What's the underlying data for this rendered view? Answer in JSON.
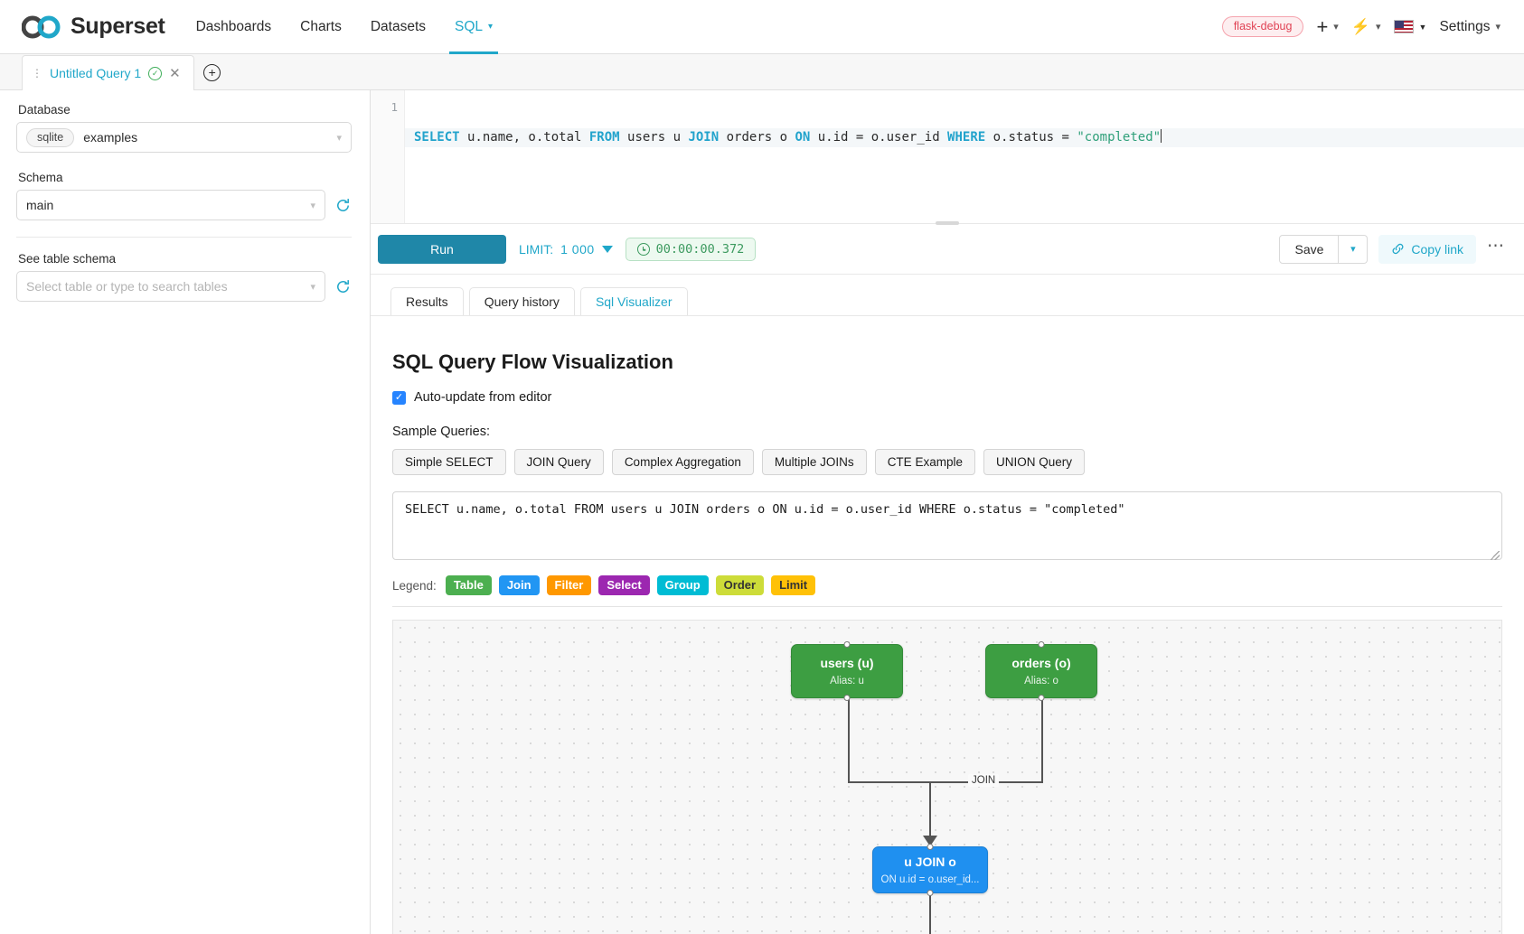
{
  "topnav": {
    "brand": "Superset",
    "items": [
      {
        "label": "Dashboards",
        "active": false
      },
      {
        "label": "Charts",
        "active": false
      },
      {
        "label": "Datasets",
        "active": false
      },
      {
        "label": "SQL",
        "active": true
      }
    ],
    "debug_badge": "flask-debug",
    "settings_label": "Settings",
    "plus_icon": "plus-icon",
    "bolt_icon": "bolt-icon",
    "flag_icon": "us-flag-icon"
  },
  "tabbar": {
    "tab_label": "Untitled Query 1",
    "status_icon": "check-circle-icon",
    "close_icon": "close-icon",
    "new_tab_icon": "plus-circle-icon"
  },
  "left_panel": {
    "database_label": "Database",
    "database_engine": "sqlite",
    "database_value": "examples",
    "schema_label": "Schema",
    "schema_value": "main",
    "table_label": "See table schema",
    "table_placeholder": "Select table or type to search tables"
  },
  "editor": {
    "line_number": "1",
    "tokens": [
      {
        "t": "SELECT",
        "c": "kw"
      },
      {
        "t": " u.name, o.total ",
        "c": "plain"
      },
      {
        "t": "FROM",
        "c": "kw"
      },
      {
        "t": " users u ",
        "c": "plain"
      },
      {
        "t": "JOIN",
        "c": "kw"
      },
      {
        "t": " orders o ",
        "c": "plain"
      },
      {
        "t": "ON",
        "c": "kw"
      },
      {
        "t": " u.id = o.user_id ",
        "c": "plain"
      },
      {
        "t": "WHERE",
        "c": "kw"
      },
      {
        "t": " o.status = ",
        "c": "plain"
      },
      {
        "t": "\"completed\"",
        "c": "str"
      }
    ]
  },
  "toolbar": {
    "run_label": "Run",
    "limit_label": "LIMIT:",
    "limit_value": "1 000",
    "timer_value": "00:00:00.372",
    "timer_icon": "clock-icon",
    "save_label": "Save",
    "copy_link_label": "Copy link",
    "copy_link_icon": "link-icon",
    "more_icon": "more-horizontal-icon"
  },
  "result_tabs": [
    {
      "label": "Results",
      "active": false
    },
    {
      "label": "Query history",
      "active": false
    },
    {
      "label": "Sql Visualizer",
      "active": true
    }
  ],
  "visualizer": {
    "title": "SQL Query Flow Visualization",
    "autoupdate_label": "Auto-update from editor",
    "autoupdate_checked": true,
    "sample_label": "Sample Queries:",
    "sample_buttons": [
      "Simple SELECT",
      "JOIN Query",
      "Complex Aggregation",
      "Multiple JOINs",
      "CTE Example",
      "UNION Query"
    ],
    "query_text": "SELECT u.name, o.total FROM users u JOIN orders o ON u.id = o.user_id WHERE o.status = \"completed\"",
    "legend_label": "Legend:",
    "legend": [
      {
        "label": "Table",
        "color": "#4caf50"
      },
      {
        "label": "Join",
        "color": "#2196f3"
      },
      {
        "label": "Filter",
        "color": "#ff9800"
      },
      {
        "label": "Select",
        "color": "#9c27b0"
      },
      {
        "label": "Group",
        "color": "#00bcd4"
      },
      {
        "label": "Order",
        "color": "#cddc39"
      },
      {
        "label": "Limit",
        "color": "#ffc107"
      }
    ],
    "graph": {
      "nodes": [
        {
          "id": "users",
          "title": "users (u)",
          "sub": "Alias: u",
          "kind": "table"
        },
        {
          "id": "orders",
          "title": "orders (o)",
          "sub": "Alias: o",
          "kind": "table"
        },
        {
          "id": "join",
          "title": "u JOIN o",
          "sub": "ON u.id = o.user_id...",
          "kind": "join"
        }
      ],
      "edge_label": "JOIN"
    }
  }
}
